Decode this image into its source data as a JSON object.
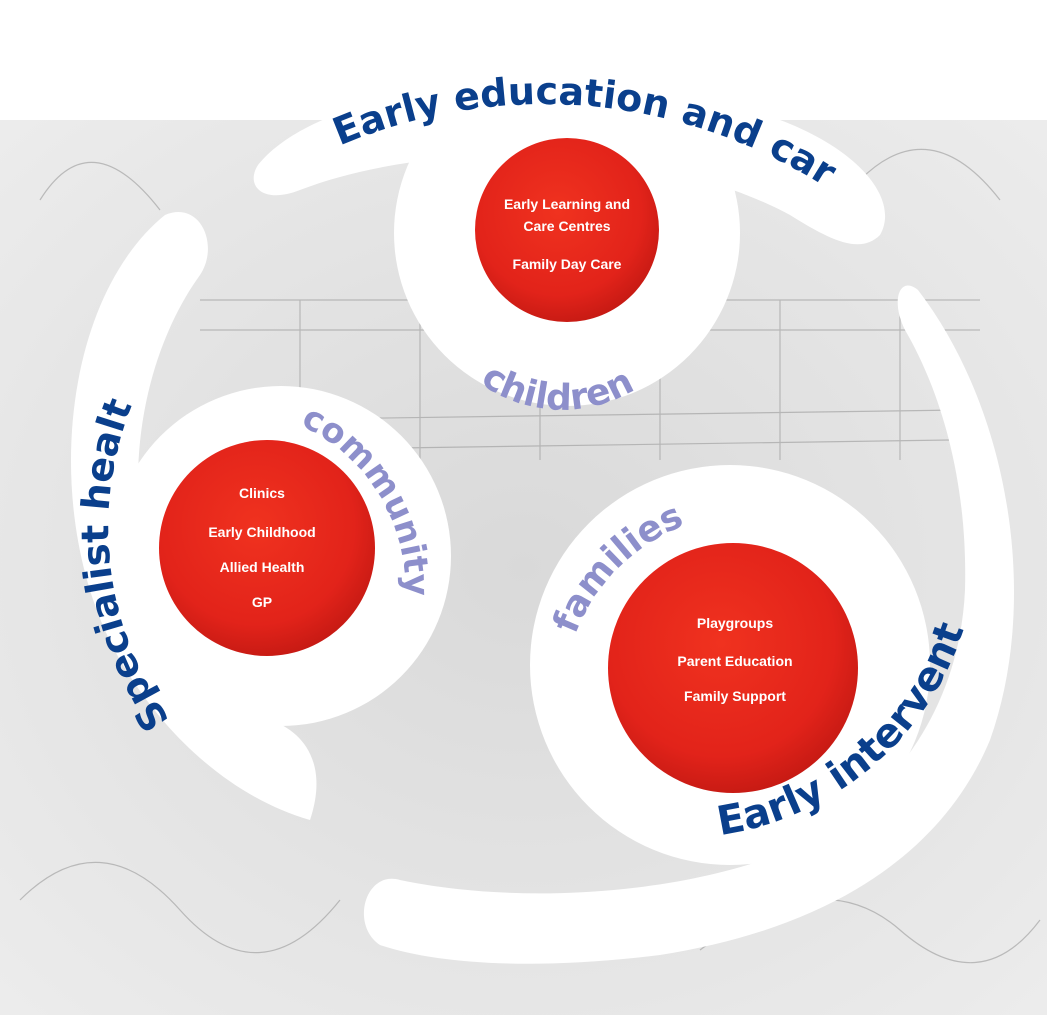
{
  "arcs": {
    "top": "Early education and care",
    "left": "Specialist health",
    "bottom_right": "Early intervention"
  },
  "circles": {
    "children": {
      "label": "children",
      "items": [
        "Early Learning and",
        "Care Centres",
        "Family Day Care"
      ]
    },
    "community": {
      "label": "community",
      "items": [
        "Clinics",
        "Early Childhood",
        "Allied Health",
        "GP"
      ]
    },
    "families": {
      "label": "families",
      "items": [
        "Playgroups",
        "Parent Education",
        "Family Support"
      ]
    }
  },
  "colors": {
    "arc_text": "#0a3f8c",
    "ring_text": "#8d8fcb",
    "circle_fill": "#e2231a",
    "band_fill": "#ffffff"
  }
}
